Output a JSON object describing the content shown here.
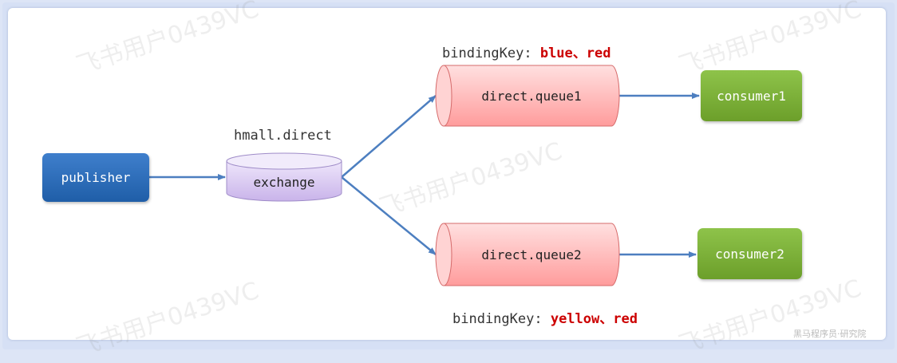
{
  "nodes": {
    "publisher": "publisher",
    "exchange_name": "hmall.direct",
    "exchange": "exchange",
    "queue1": "direct.queue1",
    "queue2": "direct.queue2",
    "consumer1": "consumer1",
    "consumer2": "consumer2"
  },
  "bindings": {
    "queue1": {
      "prefix": "bindingKey: ",
      "keys": "blue、red"
    },
    "queue2": {
      "prefix": "bindingKey: ",
      "keys": "yellow、red"
    }
  },
  "watermark": "飞书用户0439VC",
  "corner_mark": "黑马程序员·研究院",
  "colors": {
    "publisher": "#2a69b8",
    "consumer": "#7cb03a",
    "exchange": "#d7c8ee",
    "queue": "#ffb3b3",
    "arrow": "#4d7fc0",
    "binding_key": "#cc0000"
  }
}
